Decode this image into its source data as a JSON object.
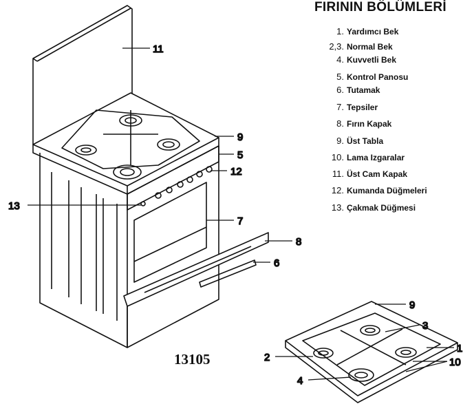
{
  "title": "FIRININ BÖLÜMLERİ",
  "legend": [
    {
      "num": "1.",
      "name": "Yardımcı Bek"
    },
    {
      "num": "2,3.",
      "name": "Normal Bek"
    },
    {
      "num": "4.",
      "name": "Kuvvetli Bek"
    },
    {
      "num": "5.",
      "name": "Kontrol Panosu"
    },
    {
      "num": "6.",
      "name": "Tutamak"
    },
    {
      "num": "7.",
      "name": "Tepsiler"
    },
    {
      "num": "8.",
      "name": "Fırın Kapak"
    },
    {
      "num": "9.",
      "name": "Üst Tabla"
    },
    {
      "num": "10.",
      "name": "Lama Izgaralar"
    },
    {
      "num": "11.",
      "name": "Üst Cam Kapak"
    },
    {
      "num": "12.",
      "name": "Kumanda Düğmeleri"
    },
    {
      "num": "13.",
      "name": "Çakmak Düğmesi"
    }
  ],
  "callouts": {
    "c11": "11",
    "c9": "9",
    "c5": "5",
    "c12": "12",
    "c13": "13",
    "c7": "7",
    "c8": "8",
    "c6": "6",
    "d9": "9",
    "d3": "3",
    "d1": "1",
    "d10": "10",
    "d2": "2",
    "d4": "4"
  },
  "model": "13105"
}
